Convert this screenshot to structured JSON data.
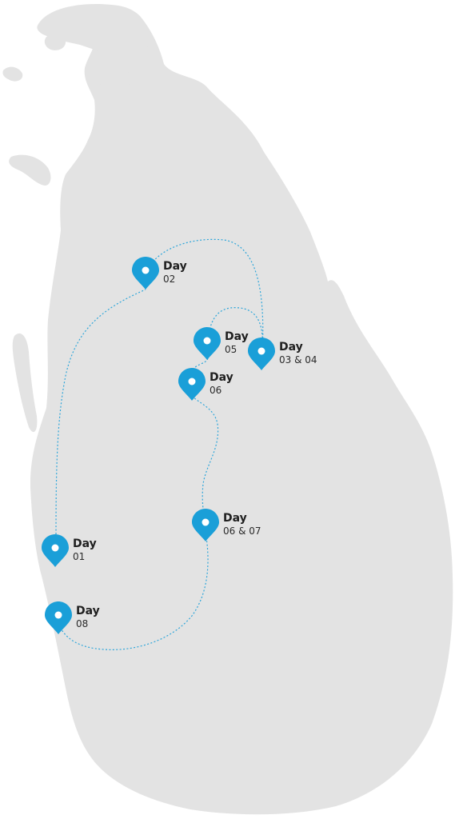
{
  "map": {
    "land_color": "#e3e3e3",
    "route_color": "#2ea6da",
    "pin_color": "#1a9fd8",
    "pin_dot_color": "#ffffff"
  },
  "stops": [
    {
      "title": "Day",
      "label": "02",
      "icon": "map-pin-icon"
    },
    {
      "title": "Day",
      "label": "05",
      "icon": "map-pin-icon"
    },
    {
      "title": "Day",
      "label": "03 & 04",
      "icon": "map-pin-icon"
    },
    {
      "title": "Day",
      "label": "06",
      "icon": "map-pin-icon"
    },
    {
      "title": "Day",
      "label": "06 & 07",
      "icon": "map-pin-icon"
    },
    {
      "title": "Day",
      "label": "01",
      "icon": "map-pin-icon"
    },
    {
      "title": "Day",
      "label": "08",
      "icon": "map-pin-icon"
    }
  ]
}
